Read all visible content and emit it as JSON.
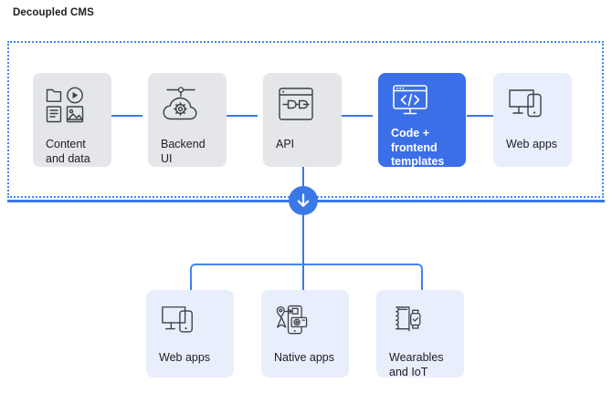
{
  "diagram": {
    "title": "Decoupled CMS",
    "type": "flow-diagram",
    "colors": {
      "accent_blue": "#3b6fe8",
      "line_blue": "#3b78e7",
      "dotted_border": "#4285f4",
      "card_grey": "#e4e6e9",
      "card_lavender": "#e8eefc",
      "text_dark": "#202124",
      "icon_stroke": "#3c4043"
    },
    "top_row": {
      "region_label": "Decoupled CMS",
      "cards": [
        {
          "id": "content-and-data",
          "label": "Content\nand data",
          "style": "grey",
          "icon": "content-media-grid-icon"
        },
        {
          "id": "backend-ui",
          "label": "Backend\nUI",
          "style": "grey",
          "icon": "cloud-gear-icon"
        },
        {
          "id": "api",
          "label": "API",
          "style": "grey",
          "icon": "browser-plug-icon"
        },
        {
          "id": "code-frontend-templates",
          "label": "Code +\nfrontend\ntemplates",
          "style": "blue",
          "icon": "monitor-code-icon"
        },
        {
          "id": "web-apps-top",
          "label": "Web apps",
          "style": "lavender",
          "icon": "monitor-phone-icon"
        }
      ]
    },
    "bottom_row": {
      "cards": [
        {
          "id": "web-apps",
          "label": "Web apps",
          "style": "lavender",
          "icon": "monitor-phone-icon"
        },
        {
          "id": "native-apps",
          "label": "Native apps",
          "style": "lavender",
          "icon": "phone-map-camera-icon"
        },
        {
          "id": "wearables-iot",
          "label": "Wearables\nand IoT",
          "style": "lavender",
          "icon": "flexible-display-watch-icon"
        }
      ]
    },
    "connector": {
      "id": "down-arrow-node",
      "icon": "arrow-down-circle-icon"
    }
  }
}
